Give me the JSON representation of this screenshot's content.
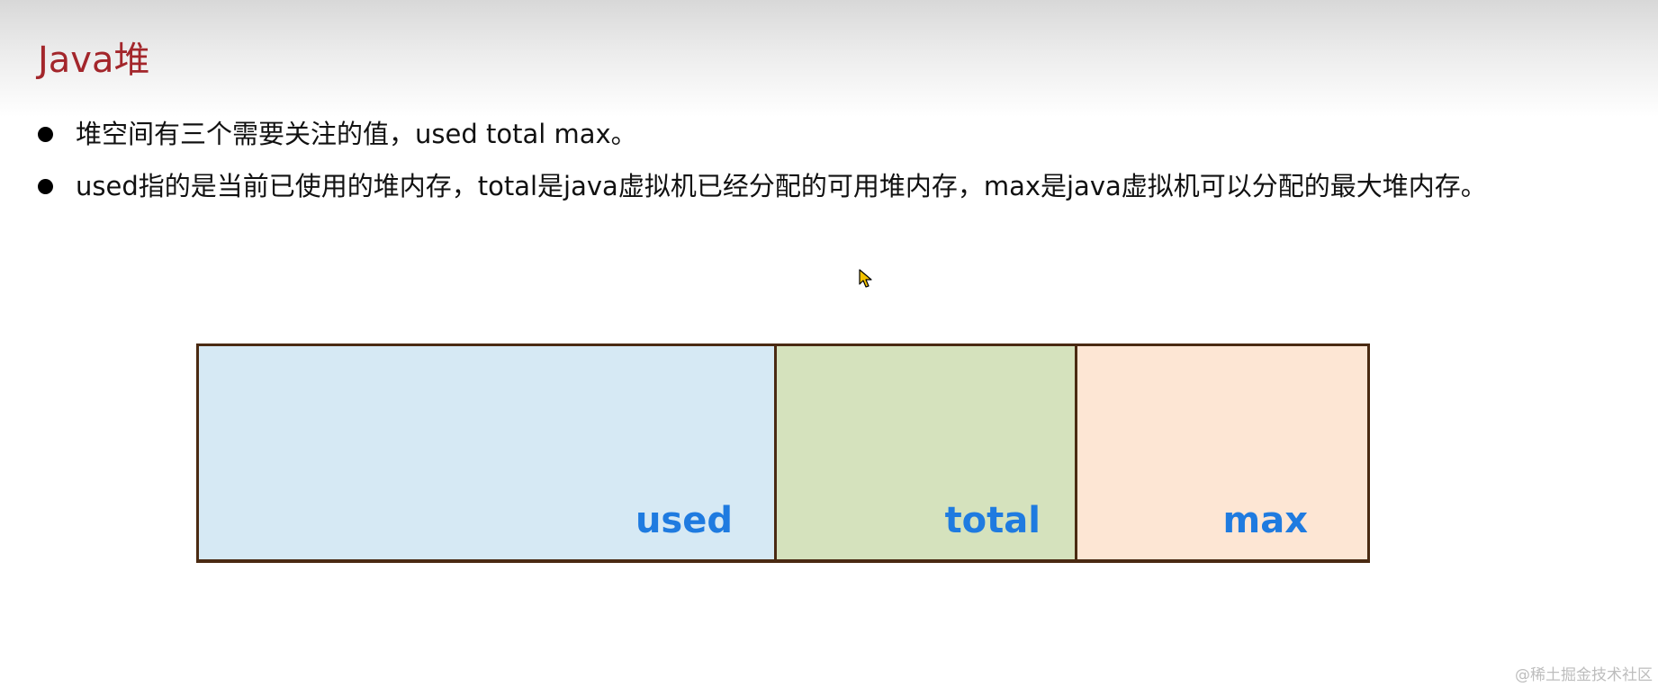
{
  "slide": {
    "title": "Java堆",
    "bullets": [
      "堆空间有三个需要关注的值，used total max。",
      "used指的是当前已使用的堆内存，total是java虚拟机已经分配的可用堆内存，max是java虚拟机可以分配的最大堆内存。"
    ]
  },
  "diagram": {
    "segments": [
      {
        "label": "used",
        "color": "#d6e9f4"
      },
      {
        "label": "total",
        "color": "#d5e2bd"
      },
      {
        "label": "max",
        "color": "#fde6d4"
      }
    ],
    "border_color": "#4a2a12",
    "label_color": "#1f7be0"
  },
  "watermark": "@稀土掘金技术社区",
  "icons": {
    "cursor": "mouse-pointer-icon"
  }
}
